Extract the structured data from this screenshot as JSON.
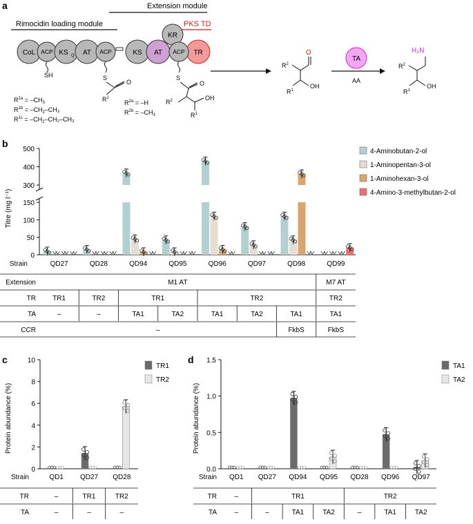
{
  "panel_labels": {
    "a": "a",
    "b": "b",
    "c": "c",
    "d": "d"
  },
  "panel_a": {
    "extension_module": "Extension module",
    "loading_module": "Rimocidin loading module",
    "pks_td": "PKS TD",
    "domains": {
      "col": "CoL",
      "acp": "ACP",
      "ks": "KS",
      "ks_sub": "Q",
      "at": "AT",
      "kr": "KR",
      "tr": "TR"
    },
    "sh": "SH",
    "s": "S",
    "o": "O",
    "oh": "OH",
    "r": "R",
    "sup_1": "1",
    "sup_2": "2",
    "r1_list": [
      {
        "sup": "1a",
        "rest": " = –CH",
        "sub": "3",
        "tail": ""
      },
      {
        "sup": "1b",
        "rest": " = –CH",
        "sub": "2",
        "tail": "–CH₃"
      },
      {
        "sup": "1c",
        "rest": " = –CH",
        "sub": "2",
        "tail": "–CH₂–CH₃"
      }
    ],
    "r2_list": [
      {
        "sup": "2a",
        "rest": " = –H",
        "sub": "",
        "tail": ""
      },
      {
        "sup": "2b",
        "rest": " = –CH",
        "sub": "3",
        "tail": ""
      }
    ],
    "ta": "TA",
    "aa": "AA",
    "h2n": "H₂N"
  },
  "panel_b": {
    "row_label_strain": "Strain",
    "row_label_extension": "Extension",
    "row_label_tr": "TR",
    "row_label_ta": "TA",
    "row_label_ccr": "CCR",
    "extension_groups": [
      {
        "label": "M1 AT",
        "span": 7
      },
      {
        "label": "M7 AT",
        "span": 1
      }
    ],
    "tr_groups": [
      {
        "label": "TR1",
        "span": 1
      },
      {
        "label": "TR2",
        "span": 1
      },
      {
        "label": "TR1",
        "span": 2
      },
      {
        "label": "TR2",
        "span": 3
      },
      {
        "label": "TR2",
        "span": 1
      }
    ],
    "ta_groups": [
      {
        "label": "–",
        "span": 1
      },
      {
        "label": "–",
        "span": 1
      },
      {
        "label": "TA1",
        "span": 1
      },
      {
        "label": "TA2",
        "span": 1
      },
      {
        "label": "TA1",
        "span": 1
      },
      {
        "label": "TA2",
        "span": 1
      },
      {
        "label": "TA1",
        "span": 1
      },
      {
        "label": "TA1",
        "span": 1
      }
    ],
    "ccr_groups": [
      {
        "label": "–",
        "span": 6
      },
      {
        "label": "FkbS",
        "span": 1
      },
      {
        "label": "FkbS",
        "span": 1
      }
    ]
  },
  "panel_c": {
    "row_label_strain": "Strain",
    "row_label_tr": "TR",
    "row_label_ta": "TA",
    "tr_groups": [
      {
        "label": "–",
        "span": 1
      },
      {
        "label": "TR1",
        "span": 1
      },
      {
        "label": "TR2",
        "span": 1
      }
    ],
    "ta_groups": [
      {
        "label": "–",
        "span": 1
      },
      {
        "label": "–",
        "span": 1
      },
      {
        "label": "–",
        "span": 1
      }
    ]
  },
  "panel_d": {
    "row_label_strain": "Strain",
    "row_label_tr": "TR",
    "row_label_ta": "TA",
    "tr_groups": [
      {
        "label": "–",
        "span": 1
      },
      {
        "label": "TR1",
        "span": 3
      },
      {
        "label": "TR2",
        "span": 3
      }
    ],
    "ta_groups": [
      {
        "label": "–",
        "span": 1
      },
      {
        "label": "–",
        "span": 1
      },
      {
        "label": "TA1",
        "span": 1
      },
      {
        "label": "TA2",
        "span": 1
      },
      {
        "label": "–",
        "span": 1
      },
      {
        "label": "TA1",
        "span": 1
      },
      {
        "label": "TA2",
        "span": 1
      }
    ]
  },
  "colors": {
    "aminobutan": "#b2d0d0",
    "aminopentan": "#e5dcd3",
    "aminohexan": "#dca46a",
    "amino_methylbutan": "#ef6f6f",
    "tr1": "#6b6b6b",
    "tr2": "#e6e6e6",
    "domain_grey": "#b8b8b8",
    "at_purple": "#cfa0d4",
    "tr_red": "#f19a9a",
    "magenta": "#e020e0",
    "red": "#e31919"
  },
  "chart_data": [
    {
      "type": "bar",
      "panel": "b",
      "categories": [
        "QD27",
        "QD28",
        "QD94",
        "QD95",
        "QD96",
        "QD97",
        "QD98",
        "QD99"
      ],
      "ylabel": "Titre (mg l⁻¹)",
      "yaxis_broken": true,
      "ylim_lower": [
        0,
        150
      ],
      "ylim_upper": [
        300,
        500
      ],
      "yticks": [
        0,
        50,
        100,
        150,
        300,
        400,
        500
      ],
      "legend_position": "right",
      "series": [
        {
          "name": "4-Aminobutan-2-ol",
          "values": [
            10,
            15,
            365,
            42,
            430,
            80,
            110,
            0
          ]
        },
        {
          "name": "1-Aminopentan-3-ol",
          "values": [
            0,
            0,
            45,
            8,
            110,
            28,
            42,
            0
          ]
        },
        {
          "name": "1-Aminohexan-3-ol",
          "values": [
            0,
            0,
            8,
            0,
            15,
            0,
            360,
            0
          ]
        },
        {
          "name": "4-Amino-3-methylbutan-2-ol",
          "values": [
            0,
            0,
            0,
            0,
            0,
            0,
            0,
            20
          ]
        }
      ]
    },
    {
      "type": "bar",
      "panel": "c",
      "categories": [
        "QD1",
        "QD27",
        "QD28"
      ],
      "ylabel": "Protein abundance (%)",
      "ylim": [
        0,
        10
      ],
      "yticks": [
        0,
        2,
        4,
        6,
        8,
        10
      ],
      "legend_position": "top-right",
      "series": [
        {
          "name": "TR1",
          "values": [
            0,
            1.4,
            0
          ]
        },
        {
          "name": "TR2",
          "values": [
            0,
            0,
            5.7
          ]
        }
      ]
    },
    {
      "type": "bar",
      "panel": "d",
      "categories": [
        "QD1",
        "QD27",
        "QD94",
        "QD95",
        "QD28",
        "QD96",
        "QD97"
      ],
      "ylabel": "Protein abundance (%)",
      "ylim": [
        0,
        1.5
      ],
      "yticks": [
        0,
        0.5,
        1.0,
        1.5
      ],
      "legend_position": "top-right",
      "series": [
        {
          "name": "TA1",
          "values": [
            0,
            0,
            0.97,
            0,
            0,
            0.47,
            0.02
          ]
        },
        {
          "name": "TA2",
          "values": [
            0,
            0,
            0,
            0.16,
            0,
            0,
            0.11
          ]
        }
      ]
    }
  ]
}
